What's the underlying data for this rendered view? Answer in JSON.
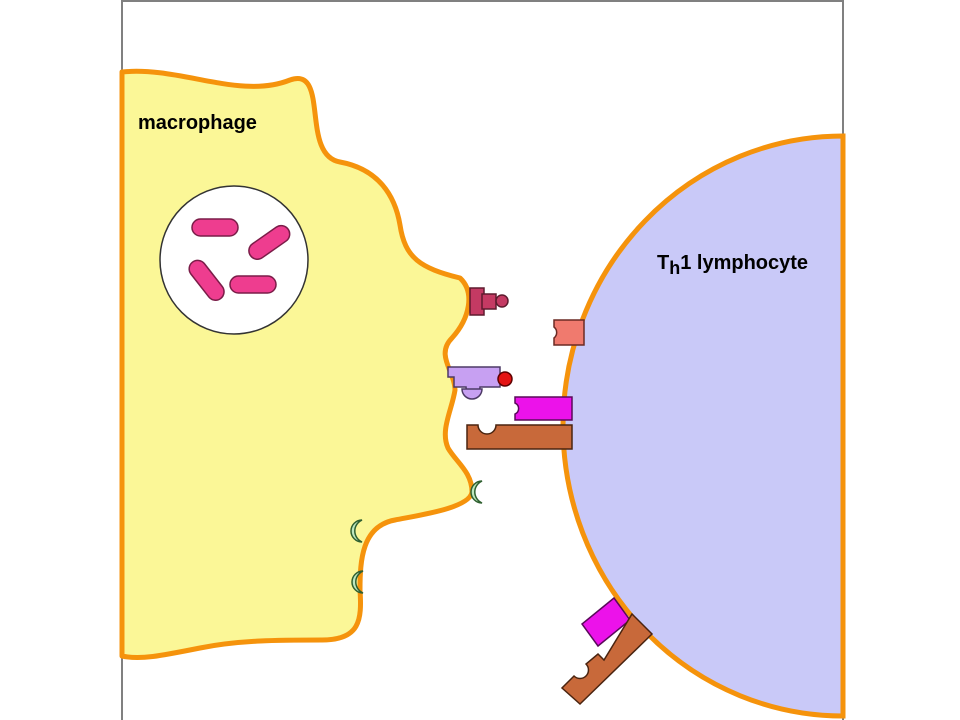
{
  "labels": {
    "macrophage": "macrophage",
    "lymphocyte_prefix": "T",
    "lymphocyte_subscript": "h",
    "lymphocyte_suffix": "1 lymphocyte"
  },
  "colors": {
    "page_background": "#ffffff",
    "frame_line": "#808080",
    "cell_outline": "#f5930c",
    "macrophage_fill": "#fbf797",
    "lymphocyte_fill": "#c9c9f8",
    "vacuole_fill": "#ffffff",
    "bacterium": "#ee3d8f",
    "mhc_class1": "#c43a63",
    "mhc_class2": "#c7a0f2",
    "antigen_peptide": "#e41313",
    "tcr": "#ec12ea",
    "cd_coreceptor": "#c8693a",
    "receptor_small": "#f07a6e",
    "costim_receptor": "#bde7be"
  },
  "icons": {
    "bacterium": "rounded-rod",
    "receptor": "notched-block",
    "costim": "crescent"
  }
}
